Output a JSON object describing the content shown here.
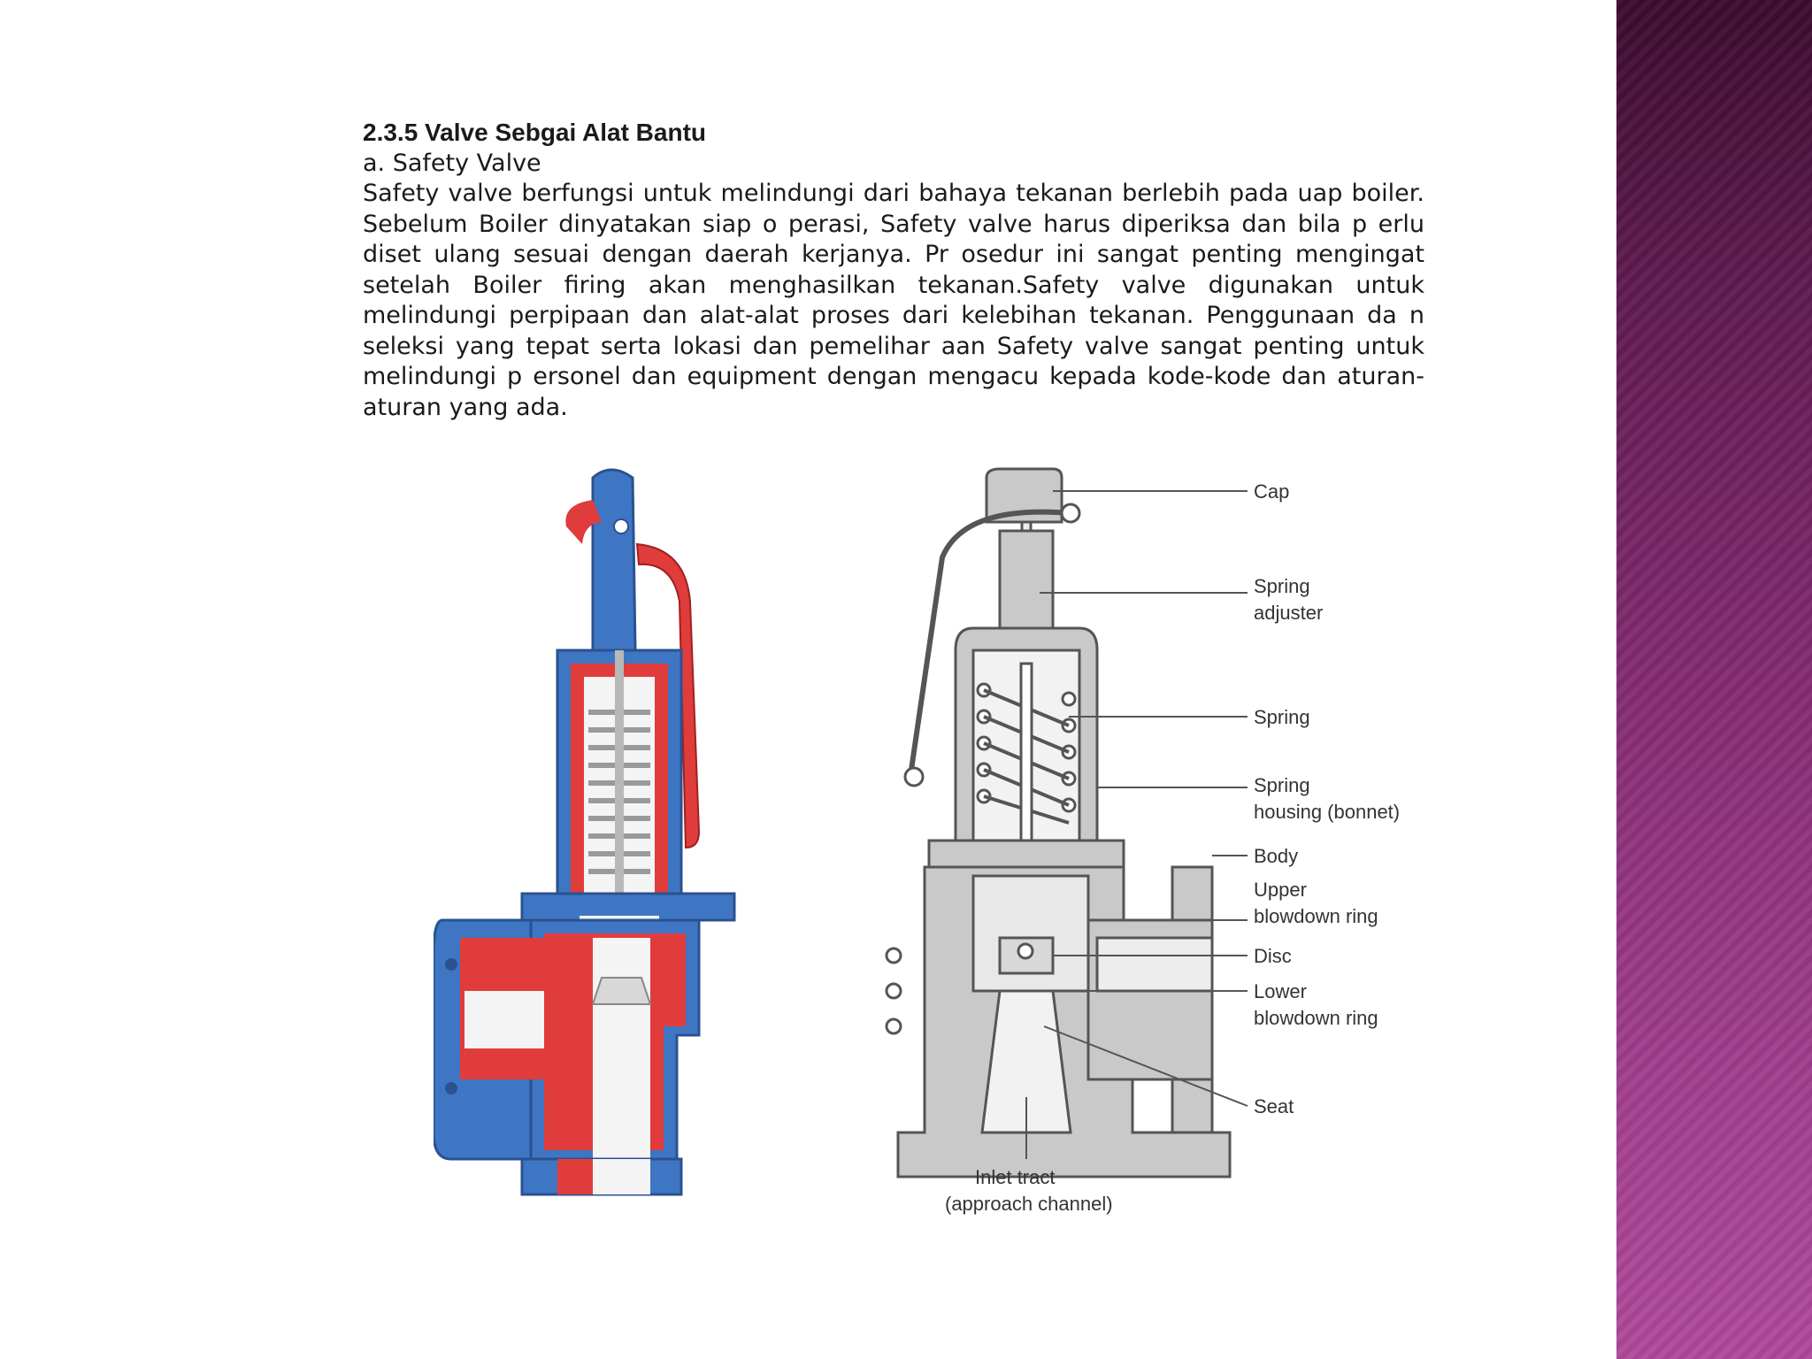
{
  "section": {
    "heading": "2.3.5 Valve Sebgai Alat Bantu",
    "subheading": "a. Safety Valve",
    "paragraph": "Safety valve berfungsi untuk melindungi dari bahaya tekanan berlebih pada uap boiler. Sebelum Boiler dinyatakan siap o perasi, Safety valve harus diperiksa dan bila p erlu diset ulang sesuai dengan daerah kerjanya. Pr osedur ini sangat penting mengingat setelah Boiler firing akan menghasilkan tekanan.Safety valve digunakan untuk melindungi perpipaan dan alat-alat proses dari kelebihan tekanan. Penggunaan da n seleksi yang tepat serta lokasi dan pemelihar aan Safety valve sangat penting untuk melindungi p ersonel dan equipment dengan mengacu kepada kode-kode dan aturan-aturan yang ada."
  },
  "diagram": {
    "labels": {
      "cap": "Cap",
      "spring_adjuster_1": "Spring",
      "spring_adjuster_2": "adjuster",
      "spring": "Spring",
      "spring_housing_1": "Spring",
      "spring_housing_2": "housing (bonnet)",
      "body": "Body",
      "upper_ring_1": "Upper",
      "upper_ring_2": "blowdown ring",
      "disc": "Disc",
      "lower_ring_1": "Lower",
      "lower_ring_2": "blowdown ring",
      "seat": "Seat",
      "inlet_1": "Inlet tract",
      "inlet_2": "(approach channel)"
    }
  },
  "colors": {
    "accent_band_top": "#3c0c30",
    "accent_band_bottom": "#b04a9b",
    "valve_blue": "#3f76c4",
    "valve_red": "#e03c3c",
    "diagram_gray": "#c9c9c9"
  }
}
